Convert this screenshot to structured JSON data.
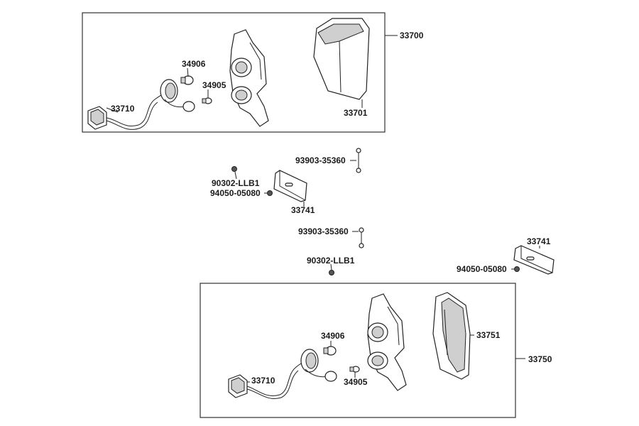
{
  "labels": {
    "upper_assembly": "33700",
    "upper_lens": "33701",
    "upper_bulb_large": "34906",
    "upper_bulb_small": "34905",
    "upper_harness": "33710",
    "upper_screw": "93903-35360",
    "left_bolt": "90302-LLB1",
    "left_nut": "94050-05080",
    "left_reflector": "33741",
    "lower_screw": "93903-35360",
    "lower_bolt": "90302-LLB1",
    "right_reflector": "33741",
    "right_nut": "94050-05080",
    "lower_bulb_large": "34906",
    "lower_lens": "33751",
    "lower_assembly": "33750",
    "lower_harness": "33710",
    "lower_bulb_small": "34905"
  }
}
